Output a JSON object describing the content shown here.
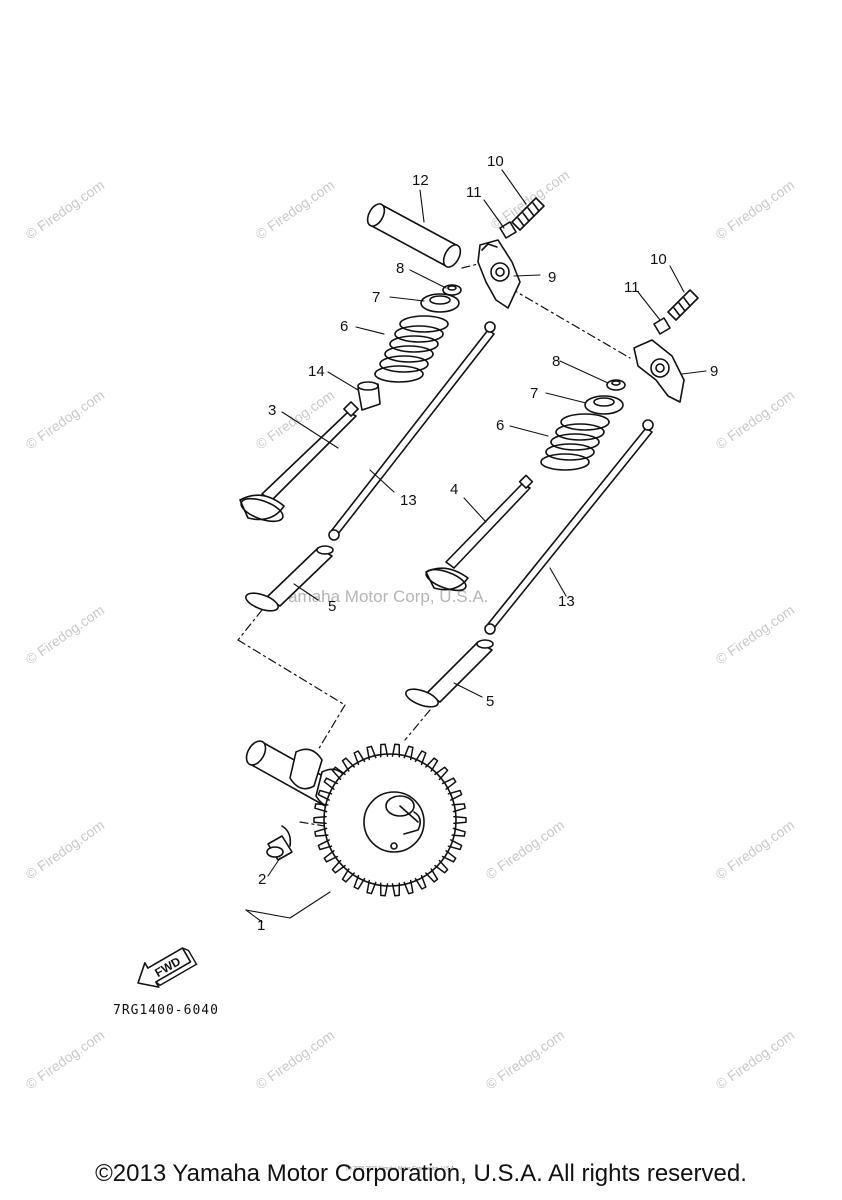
{
  "watermark": {
    "text": "© Firedog.com",
    "center_text": "Yamaha Motor Corp, U.S.A."
  },
  "fine_print": "(c) 2000-2015 Yamaha Motor Corporation, U.S.A.",
  "diagram": {
    "part_code": "7RG1400-6040",
    "fwd_label": "FWD",
    "callouts": {
      "c1": "1",
      "c2": "2",
      "c3": "3",
      "c4": "4",
      "c5a": "5",
      "c5b": "5",
      "c6a": "6",
      "c6b": "6",
      "c7a": "7",
      "c7b": "7",
      "c8a": "8",
      "c8b": "8",
      "c9a": "9",
      "c9b": "9",
      "c10a": "10",
      "c10b": "10",
      "c11a": "11",
      "c11b": "11",
      "c12": "12",
      "c13a": "13",
      "c13b": "13",
      "c14": "14"
    }
  },
  "footer": {
    "copyright": "©2013 Yamaha Motor Corporation, U.S.A. All rights reserved."
  }
}
